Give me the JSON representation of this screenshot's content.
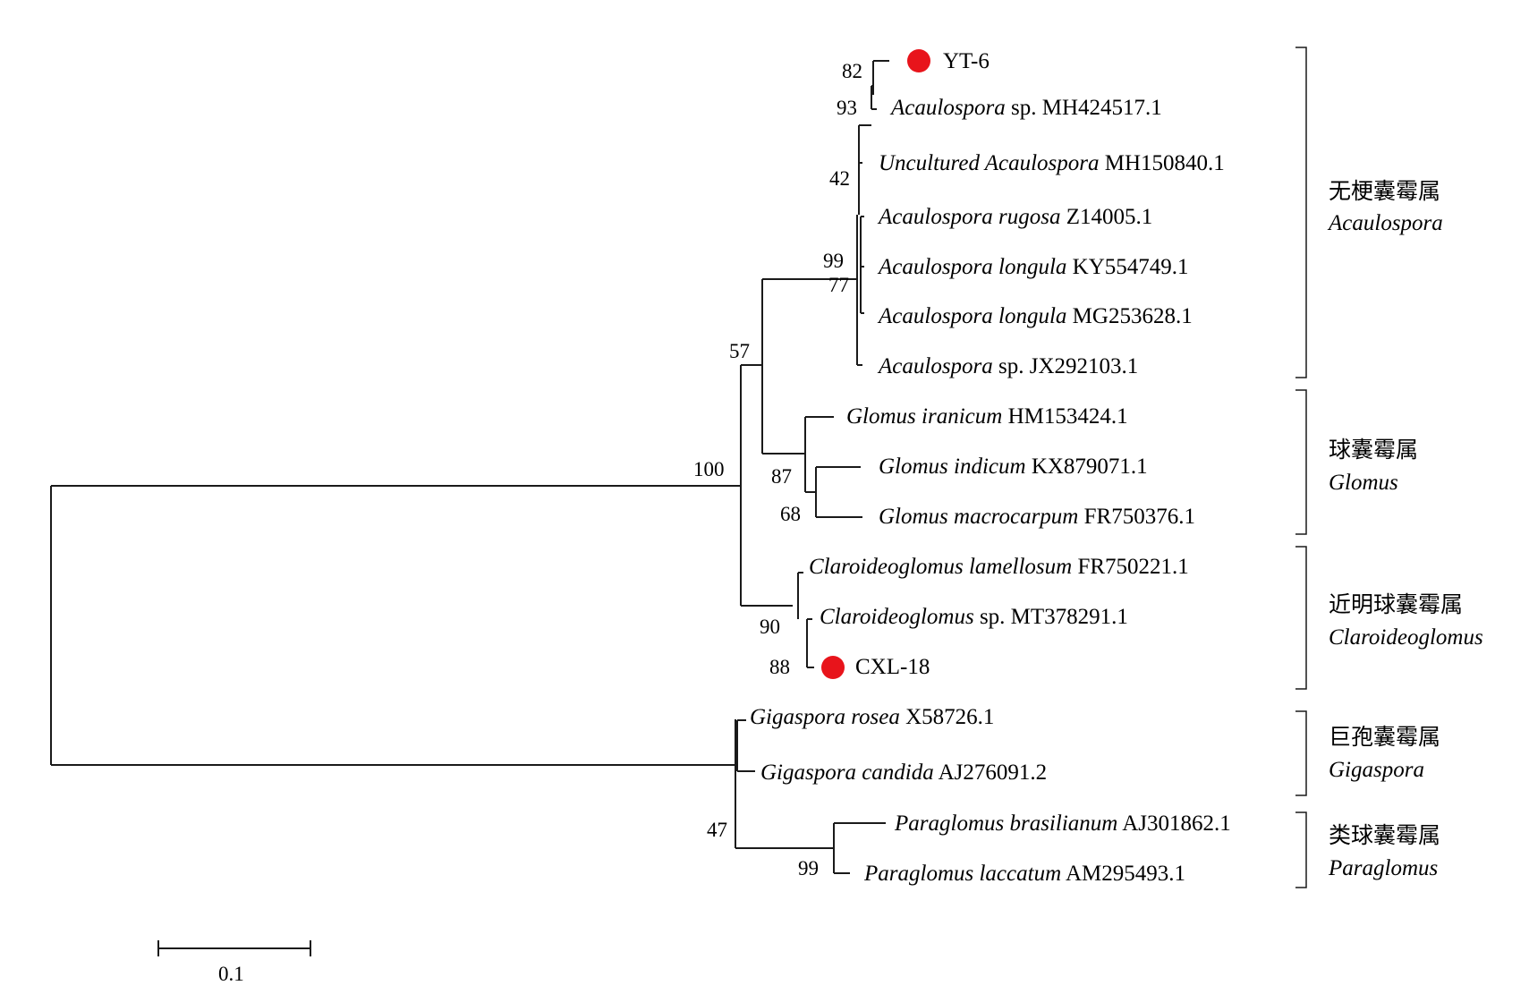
{
  "taxa": [
    {
      "id": "yt6",
      "italic": "",
      "rest": "YT-6",
      "marked": true
    },
    {
      "id": "ac_mh424517",
      "italic": "Acaulospora",
      "rest": " sp. MH424517.1",
      "marked": false
    },
    {
      "id": "unc_mh150840",
      "italic": "Uncultured Acaulospora",
      "rest": " MH150840.1",
      "marked": false
    },
    {
      "id": "ac_rugosa",
      "italic": "Acaulospora rugosa",
      "rest": " Z14005.1",
      "marked": false
    },
    {
      "id": "ac_longula_ky",
      "italic": "Acaulospora longula",
      "rest": " KY554749.1",
      "marked": false
    },
    {
      "id": "ac_longula_mg",
      "italic": "Acaulospora longula",
      "rest": " MG253628.1",
      "marked": false
    },
    {
      "id": "ac_jx292103",
      "italic": "Acaulospora",
      "rest": " sp. JX292103.1",
      "marked": false
    },
    {
      "id": "gl_iranicum",
      "italic": "Glomus iranicum",
      "rest": " HM153424.1",
      "marked": false
    },
    {
      "id": "gl_indicum",
      "italic": "Glomus indicum",
      "rest": " KX879071.1",
      "marked": false
    },
    {
      "id": "gl_macrocarpum",
      "italic": "Glomus macrocarpum",
      "rest": " FR750376.1",
      "marked": false
    },
    {
      "id": "cl_lamellosum",
      "italic": "Claroideoglomus lamellosum",
      "rest": " FR750221.1",
      "marked": false
    },
    {
      "id": "cl_mt378291",
      "italic": "Claroideoglomus",
      "rest": " sp. MT378291.1",
      "marked": false
    },
    {
      "id": "cxl18",
      "italic": "",
      "rest": "CXL-18",
      "marked": true
    },
    {
      "id": "gi_rosea",
      "italic": "Gigaspora rosea",
      "rest": " X58726.1",
      "marked": false
    },
    {
      "id": "gi_candida",
      "italic": "Gigaspora candida",
      "rest": " AJ276091.2",
      "marked": false
    },
    {
      "id": "pa_brasilianum",
      "italic": "Paraglomus brasilianum",
      "rest": " AJ301862.1",
      "marked": false
    },
    {
      "id": "pa_laccatum",
      "italic": "Paraglomus laccatum",
      "rest": " AM295493.1",
      "marked": false
    }
  ],
  "bootstrap": [
    "82",
    "93",
    "42",
    "99",
    "77",
    "57",
    "100",
    "87",
    "68",
    "90",
    "88",
    "47",
    "99"
  ],
  "genera": [
    {
      "cn": "无梗囊霉属",
      "la": "Acaulospora"
    },
    {
      "cn": "球囊霉属",
      "la": "Glomus"
    },
    {
      "cn": "近明球囊霉属",
      "la": "Claroideoglomus"
    },
    {
      "cn": "巨孢囊霉属",
      "la": "Gigaspora"
    },
    {
      "cn": "类球囊霉属",
      "la": "Paraglomus"
    }
  ],
  "scale_bar": {
    "label": "0.1"
  },
  "colors": {
    "marker": "#e8141b",
    "line": "#1a1a1a"
  }
}
